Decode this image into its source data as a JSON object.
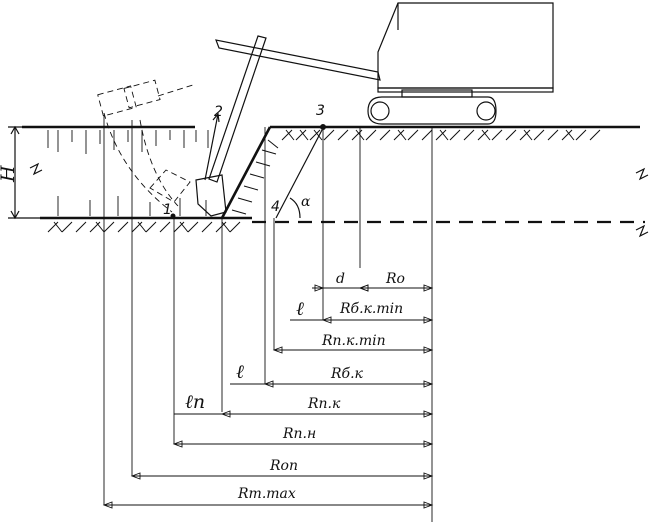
{
  "labels": {
    "H": "H",
    "p1": "1",
    "p2": "2",
    "p3": "3",
    "p4": "4",
    "alpha": "α",
    "d": "d",
    "l_upper": "ℓ",
    "l_lower": "ℓ",
    "l_p": "ℓп"
  },
  "dimensions": {
    "r0": "Ro",
    "rbk_min": "Rб.к.min",
    "rpk_min": "Rп.к.min",
    "rbk": "Rб.к",
    "rpk": "Rп.к",
    "rpn": "Rп.н",
    "rop": "Rоп",
    "rtmax": "Rт.mах"
  }
}
